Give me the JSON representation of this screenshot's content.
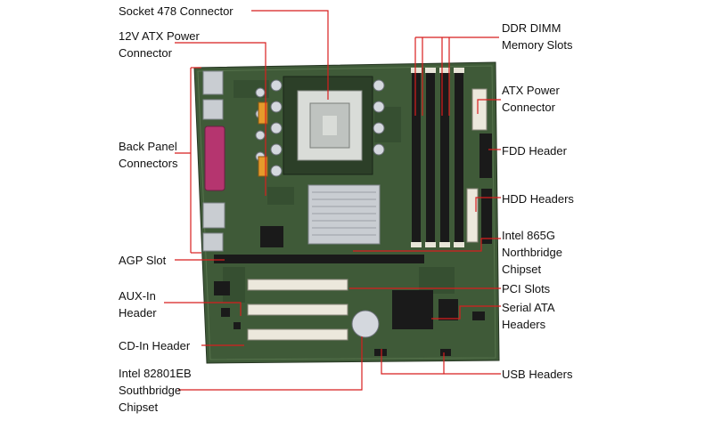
{
  "colors": {
    "leader": "#d81e1e",
    "pcb": "#3f5a38",
    "pcb_dark": "#2c3f28",
    "slot_black": "#1a1a1a",
    "slot_white": "#ece8dc",
    "metal": "#c9cdd2",
    "serial_port": "#b5356f"
  },
  "labels": {
    "socket478": "Socket 478 Connector",
    "atx12v_1": "12V ATX Power",
    "atx12v_2": "Connector",
    "backpanel_1": "Back Panel",
    "backpanel_2": "Connectors",
    "agp": "AGP Slot",
    "auxin_1": "AUX-In",
    "auxin_2": "Header",
    "cdin": "CD-In Header",
    "southbridge_1": "Intel 82801EB",
    "southbridge_2": "Southbridge",
    "southbridge_3": "Chipset",
    "ddr_1": "DDR DIMM",
    "ddr_2": "Memory Slots",
    "atxpower_1": "ATX Power",
    "atxpower_2": "Connector",
    "fdd": "FDD Header",
    "hdd": "HDD Headers",
    "northbridge_1": "Intel 865G",
    "northbridge_2": "Northbridge",
    "northbridge_3": "Chipset",
    "pci": "PCI Slots",
    "sata_1": "Serial ATA",
    "sata_2": "Headers",
    "usb": "USB Headers"
  }
}
